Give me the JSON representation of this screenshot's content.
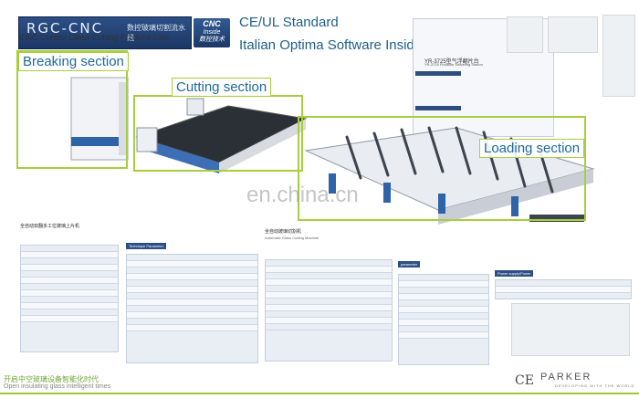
{
  "banner": {
    "logo_text": "RGC-CNC",
    "logo_cn": "数控玻璃切割流水线",
    "subtitle": "CNC Control Glass Cutting Produce Line",
    "badge_line1": "CNC",
    "badge_line2": "Inside",
    "badge_line3": "数控技术",
    "headline1": "CE/UL Standard",
    "headline2": "Italian Optima Software Inside"
  },
  "sections": {
    "breaking": "Breaking section",
    "cutting": "Cutting section",
    "loading": "Loading section"
  },
  "spec_sheet": {
    "title": "YR-3725型气浮翻片台",
    "subtitle": "YR-3725 Flotation Swiveling Station"
  },
  "lower": {
    "left_title": "全自动双翻多工位玻璃上片机",
    "center_title": "全自动玻璃切割机",
    "center_subtitle": "Automatic Glass Cutting Machine",
    "tag_tech": "Technique Parameter",
    "tag_param": "parameter",
    "tag_power": "Power supply/Power"
  },
  "footer": {
    "cn": "开启中空玻璃设备智能化时代",
    "en": "Open insulating glass intelligent times",
    "ce_mark": "CE",
    "brand": "PARKER",
    "brand_sub": "DEVELOPING WITH THE WORLD"
  },
  "watermark": "en.china.cn",
  "colors": {
    "accent_green": "#a7cf3d",
    "brand_blue": "#2d4f86",
    "headline_blue": "#1f5f8a"
  }
}
